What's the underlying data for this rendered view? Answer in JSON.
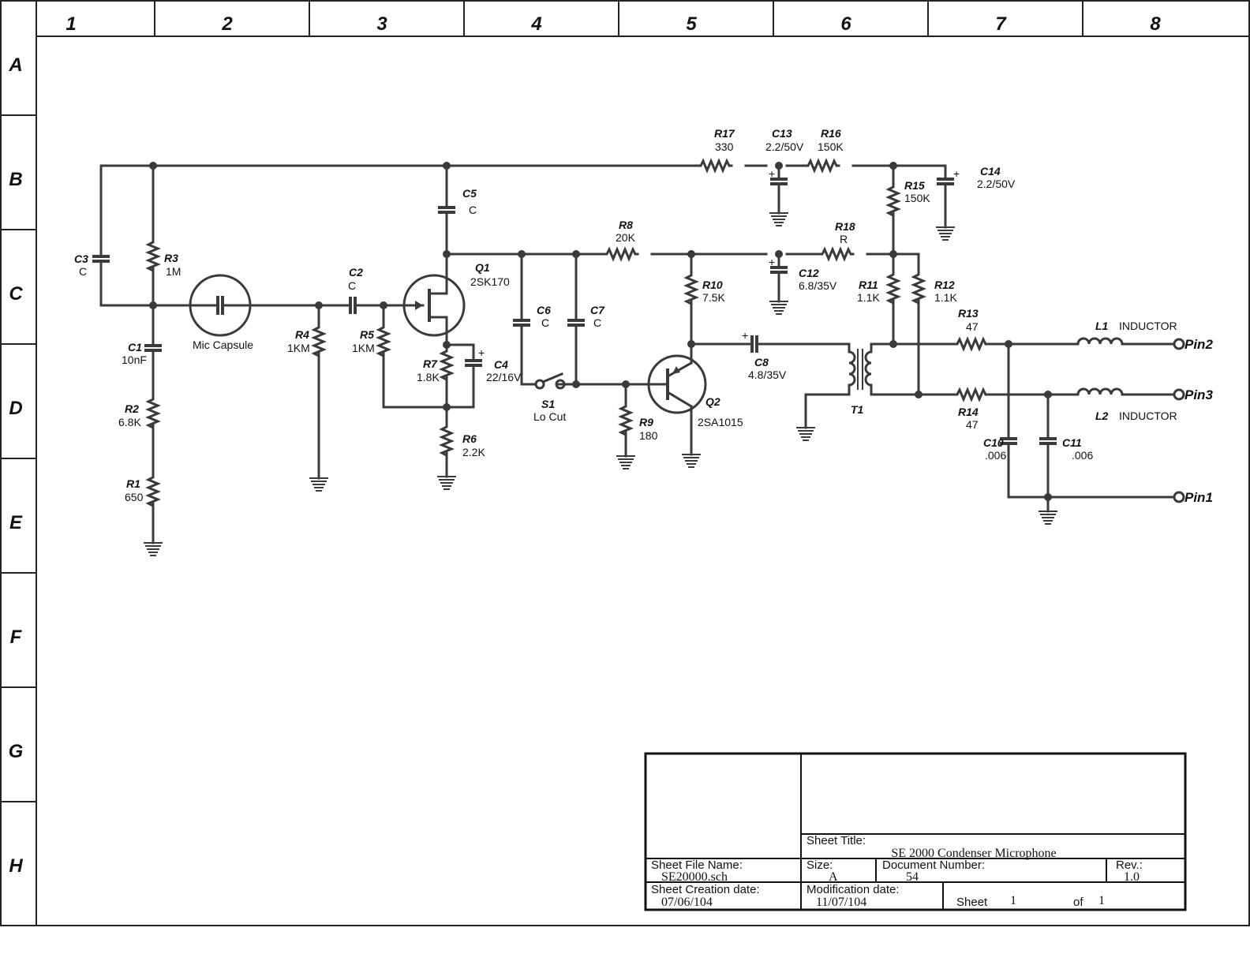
{
  "zones": {
    "columns": [
      "1",
      "2",
      "3",
      "4",
      "5",
      "6",
      "7",
      "8"
    ],
    "rows": [
      "A",
      "B",
      "C",
      "D",
      "E",
      "F",
      "G",
      "H"
    ]
  },
  "components": {
    "R17": {
      "ref": "R17",
      "value": "330"
    },
    "C13": {
      "ref": "C13",
      "value": "2.2/50V"
    },
    "R16": {
      "ref": "R16",
      "value": "150K"
    },
    "C14": {
      "ref": "C14",
      "value": "2.2/50V"
    },
    "R15": {
      "ref": "R15",
      "value": "150K"
    },
    "C5": {
      "ref": "C5",
      "value": "C"
    },
    "R8": {
      "ref": "R8",
      "value": "20K"
    },
    "R18": {
      "ref": "R18",
      "value": "R"
    },
    "C12": {
      "ref": "C12",
      "value": "6.8/35V"
    },
    "C3": {
      "ref": "C3",
      "value": "C"
    },
    "R3": {
      "ref": "R3",
      "value": "1M"
    },
    "C2": {
      "ref": "C2",
      "value": "C"
    },
    "Q1": {
      "ref": "Q1",
      "value": "2SK170"
    },
    "R10": {
      "ref": "R10",
      "value": "7.5K"
    },
    "R11": {
      "ref": "R11",
      "value": "1.1K"
    },
    "R12": {
      "ref": "R12",
      "value": "1.1K"
    },
    "R13": {
      "ref": "R13",
      "value": "47"
    },
    "L1": {
      "ref": "L1",
      "value": "INDUCTOR"
    },
    "mic": {
      "label": "Mic Capsule"
    },
    "R4": {
      "ref": "R4",
      "value": "1KM"
    },
    "R5": {
      "ref": "R5",
      "value": "1KM"
    },
    "C6": {
      "ref": "C6",
      "value": "C"
    },
    "C7": {
      "ref": "C7",
      "value": "C"
    },
    "C1": {
      "ref": "C1",
      "value": "10nF"
    },
    "R7": {
      "ref": "R7",
      "value": "1.8K"
    },
    "C4": {
      "ref": "C4",
      "value": "22/16V"
    },
    "C8": {
      "ref": "C8",
      "value": "4.8/35V"
    },
    "S1": {
      "ref": "S1",
      "value": "Lo Cut"
    },
    "Q2": {
      "ref": "Q2",
      "value": "2SA1015"
    },
    "T1": {
      "ref": "T1"
    },
    "R14": {
      "ref": "R14",
      "value": "47"
    },
    "L2": {
      "ref": "L2",
      "value": "INDUCTOR"
    },
    "R2": {
      "ref": "R2",
      "value": "6.8K"
    },
    "R9": {
      "ref": "R9",
      "value": "180"
    },
    "R6": {
      "ref": "R6",
      "value": "2.2K"
    },
    "C10": {
      "ref": "C10",
      "value": ".006"
    },
    "C11": {
      "ref": "C11",
      "value": ".006"
    },
    "R1": {
      "ref": "R1",
      "value": "650"
    }
  },
  "pins": {
    "pin2": "Pin2",
    "pin3": "Pin3",
    "pin1": "Pin1"
  },
  "plus_sign": "+",
  "title_block": {
    "sheet_title_label": "Sheet Title:",
    "sheet_title": "SE 2000 Condenser Microphone",
    "file_name_label": "Sheet File Name:",
    "file_name": "SE20000.sch",
    "size_label": "Size:",
    "size": "A",
    "doc_number_label": "Document Number:",
    "doc_number": "54",
    "rev_label": "Rev.:",
    "rev": "1.0",
    "creation_label": "Sheet Creation date:",
    "creation_date": "07/06/104",
    "modification_label": "Modification date:",
    "modification_date": "11/07/104",
    "sheet_label": "Sheet",
    "sheet_number": "1",
    "of_label": "of",
    "sheet_total": "1"
  }
}
